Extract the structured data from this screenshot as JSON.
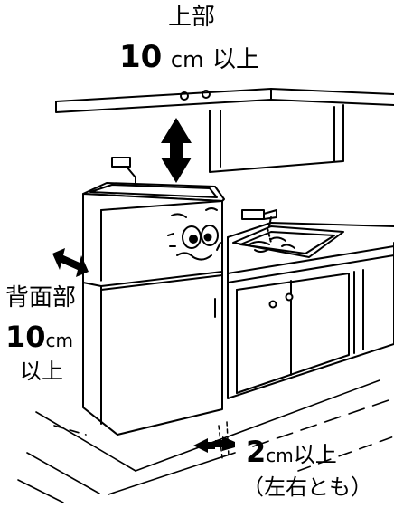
{
  "top_clearance": {
    "title": "上部",
    "value": "10",
    "unit": "cm",
    "suffix": "以上"
  },
  "back_clearance": {
    "title": "背面部",
    "value": "10",
    "unit": "cm",
    "suffix": "以上"
  },
  "side_clearance": {
    "value": "2",
    "unit": "cm",
    "suffix": "以上",
    "note": "（左右とも）"
  },
  "colors": {
    "ink": "#000000",
    "paper": "#ffffff"
  }
}
